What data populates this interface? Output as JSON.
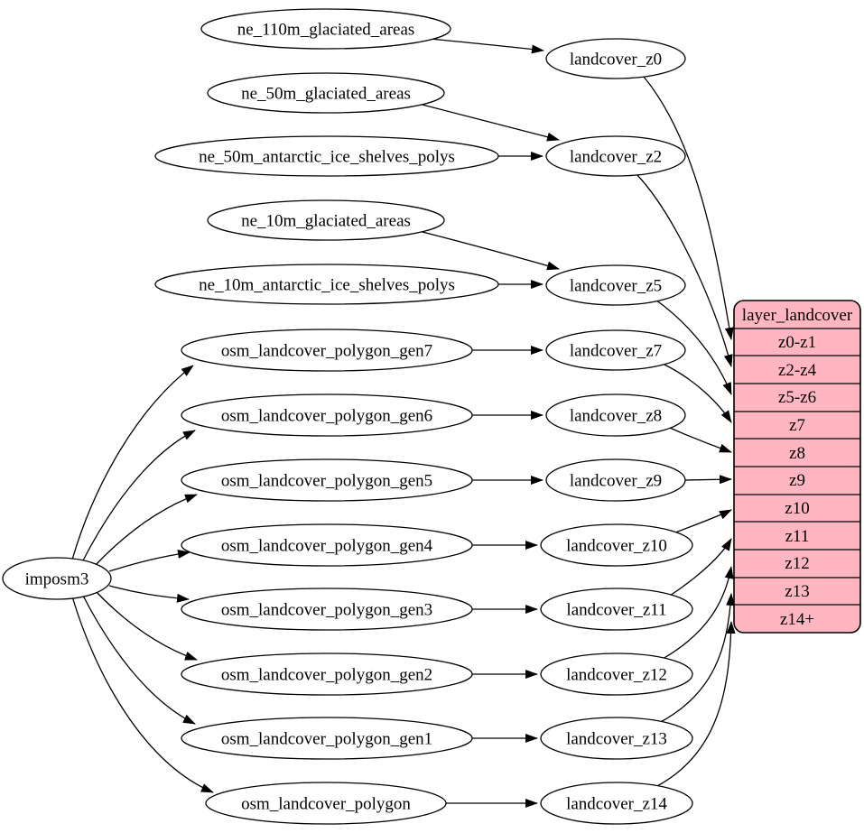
{
  "colors": {
    "table_fill": "#ffb6c1",
    "node_fill": "#ffffff",
    "stroke": "#000000"
  },
  "nodes": {
    "imposm3": {
      "label": "imposm3"
    },
    "ne_110m_glaciated_areas": {
      "label": "ne_110m_glaciated_areas"
    },
    "ne_50m_glaciated_areas": {
      "label": "ne_50m_glaciated_areas"
    },
    "ne_50m_antarctic_ice_shelves_polys": {
      "label": "ne_50m_antarctic_ice_shelves_polys"
    },
    "ne_10m_glaciated_areas": {
      "label": "ne_10m_glaciated_areas"
    },
    "ne_10m_antarctic_ice_shelves_polys": {
      "label": "ne_10m_antarctic_ice_shelves_polys"
    },
    "osm_landcover_polygon_gen7": {
      "label": "osm_landcover_polygon_gen7"
    },
    "osm_landcover_polygon_gen6": {
      "label": "osm_landcover_polygon_gen6"
    },
    "osm_landcover_polygon_gen5": {
      "label": "osm_landcover_polygon_gen5"
    },
    "osm_landcover_polygon_gen4": {
      "label": "osm_landcover_polygon_gen4"
    },
    "osm_landcover_polygon_gen3": {
      "label": "osm_landcover_polygon_gen3"
    },
    "osm_landcover_polygon_gen2": {
      "label": "osm_landcover_polygon_gen2"
    },
    "osm_landcover_polygon_gen1": {
      "label": "osm_landcover_polygon_gen1"
    },
    "osm_landcover_polygon": {
      "label": "osm_landcover_polygon"
    },
    "landcover_z0": {
      "label": "landcover_z0"
    },
    "landcover_z2": {
      "label": "landcover_z2"
    },
    "landcover_z5": {
      "label": "landcover_z5"
    },
    "landcover_z7": {
      "label": "landcover_z7"
    },
    "landcover_z8": {
      "label": "landcover_z8"
    },
    "landcover_z9": {
      "label": "landcover_z9"
    },
    "landcover_z10": {
      "label": "landcover_z10"
    },
    "landcover_z11": {
      "label": "landcover_z11"
    },
    "landcover_z12": {
      "label": "landcover_z12"
    },
    "landcover_z13": {
      "label": "landcover_z13"
    },
    "landcover_z14": {
      "label": "landcover_z14"
    }
  },
  "table": {
    "title": "layer_landcover",
    "rows": [
      "z0-z1",
      "z2-z4",
      "z5-z6",
      "z7",
      "z8",
      "z9",
      "z10",
      "z11",
      "z12",
      "z13",
      "z14+"
    ]
  },
  "edges": [
    {
      "from": "imposm3",
      "to": "osm_landcover_polygon_gen7"
    },
    {
      "from": "imposm3",
      "to": "osm_landcover_polygon_gen6"
    },
    {
      "from": "imposm3",
      "to": "osm_landcover_polygon_gen5"
    },
    {
      "from": "imposm3",
      "to": "osm_landcover_polygon_gen4"
    },
    {
      "from": "imposm3",
      "to": "osm_landcover_polygon_gen3"
    },
    {
      "from": "imposm3",
      "to": "osm_landcover_polygon_gen2"
    },
    {
      "from": "imposm3",
      "to": "osm_landcover_polygon_gen1"
    },
    {
      "from": "imposm3",
      "to": "osm_landcover_polygon"
    },
    {
      "from": "ne_110m_glaciated_areas",
      "to": "landcover_z0"
    },
    {
      "from": "ne_50m_glaciated_areas",
      "to": "landcover_z2"
    },
    {
      "from": "ne_50m_antarctic_ice_shelves_polys",
      "to": "landcover_z2"
    },
    {
      "from": "ne_10m_glaciated_areas",
      "to": "landcover_z5"
    },
    {
      "from": "ne_10m_antarctic_ice_shelves_polys",
      "to": "landcover_z5"
    },
    {
      "from": "osm_landcover_polygon_gen7",
      "to": "landcover_z7"
    },
    {
      "from": "osm_landcover_polygon_gen6",
      "to": "landcover_z8"
    },
    {
      "from": "osm_landcover_polygon_gen5",
      "to": "landcover_z9"
    },
    {
      "from": "osm_landcover_polygon_gen4",
      "to": "landcover_z10"
    },
    {
      "from": "osm_landcover_polygon_gen3",
      "to": "landcover_z11"
    },
    {
      "from": "osm_landcover_polygon_gen2",
      "to": "landcover_z12"
    },
    {
      "from": "osm_landcover_polygon_gen1",
      "to": "landcover_z13"
    },
    {
      "from": "osm_landcover_polygon",
      "to": "landcover_z14"
    },
    {
      "from": "landcover_z0",
      "to": "layer_landcover",
      "to_row": "z0-z1"
    },
    {
      "from": "landcover_z2",
      "to": "layer_landcover",
      "to_row": "z2-z4"
    },
    {
      "from": "landcover_z5",
      "to": "layer_landcover",
      "to_row": "z5-z6"
    },
    {
      "from": "landcover_z7",
      "to": "layer_landcover",
      "to_row": "z7"
    },
    {
      "from": "landcover_z8",
      "to": "layer_landcover",
      "to_row": "z8"
    },
    {
      "from": "landcover_z9",
      "to": "layer_landcover",
      "to_row": "z9"
    },
    {
      "from": "landcover_z10",
      "to": "layer_landcover",
      "to_row": "z10"
    },
    {
      "from": "landcover_z11",
      "to": "layer_landcover",
      "to_row": "z11"
    },
    {
      "from": "landcover_z12",
      "to": "layer_landcover",
      "to_row": "z12"
    },
    {
      "from": "landcover_z13",
      "to": "layer_landcover",
      "to_row": "z13"
    },
    {
      "from": "landcover_z14",
      "to": "layer_landcover",
      "to_row": "z14+"
    }
  ]
}
